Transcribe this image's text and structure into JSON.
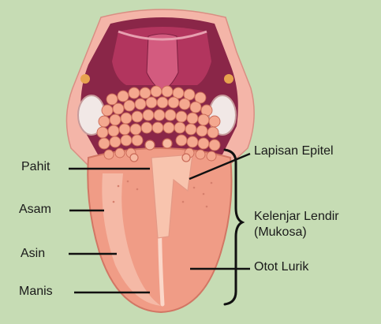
{
  "labels": {
    "left": {
      "pahit": "Pahit",
      "asam": "Asam",
      "asin": "Asin",
      "manis": "Manis"
    },
    "right": {
      "lapisan_epitel": "Lapisan Epitel",
      "kelenjar_lendir_line1": "Kelenjar Lendir",
      "kelenjar_lendir_line2": "(Mukosa)",
      "otot_lurik": "Otot Lurik"
    }
  },
  "colors": {
    "background": "#c6dcb4",
    "tongue": "#f09c86",
    "tongue_highlight": "#f7c3b0",
    "mucosa": "#f8c4ae",
    "throat_dark": "#8a2648",
    "throat_red": "#b2355e",
    "leader_line": "#111111"
  }
}
